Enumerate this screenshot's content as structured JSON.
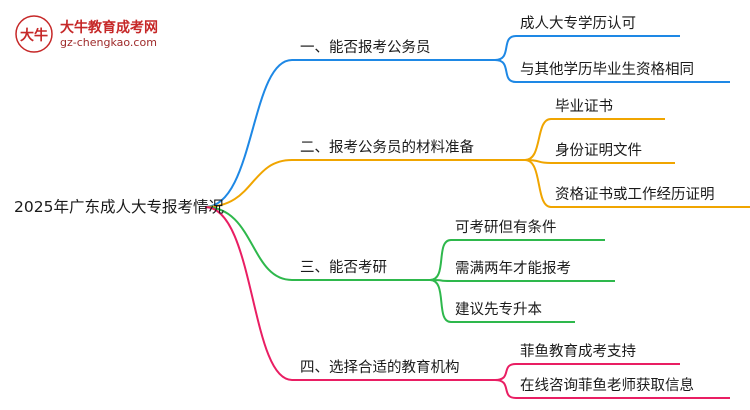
{
  "logo": {
    "brand": "大牛教育成考网",
    "url": "gz-chengkao.com",
    "mark_text": "大牛"
  },
  "root": "2025年广东成人大专报考情况",
  "branches": [
    {
      "label": "一、能否报考公务员",
      "color": "#1e88e5",
      "children": [
        "成人大专学历认可",
        "与其他学历毕业生资格相同"
      ]
    },
    {
      "label": "二、报考公务员的材料准备",
      "color": "#f0a500",
      "children": [
        "毕业证书",
        "身份证明文件",
        "资格证书或工作经历证明"
      ]
    },
    {
      "label": "三、能否考研",
      "color": "#2eb84c",
      "children": [
        "可考研但有条件",
        "需满两年才能报考",
        "建议先专升本"
      ]
    },
    {
      "label": "四、选择合适的教育机构",
      "color": "#e91e63",
      "children": [
        "菲鱼教育成考支持",
        "在线咨询菲鱼老师获取信息"
      ]
    }
  ]
}
